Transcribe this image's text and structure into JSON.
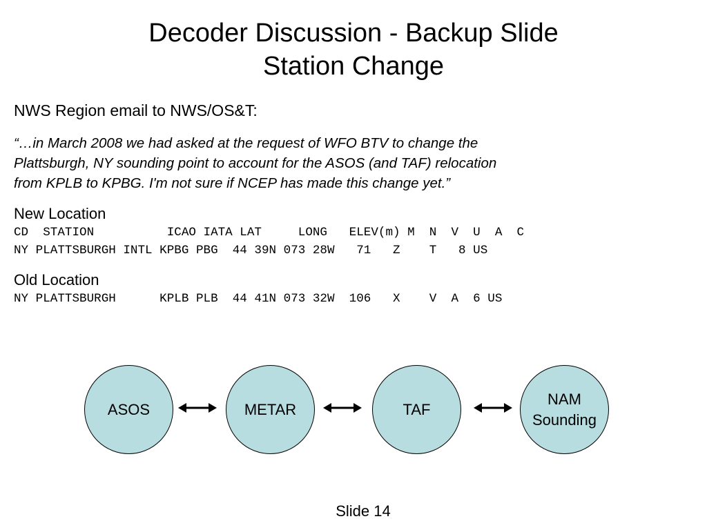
{
  "slide": {
    "title_line1": "Decoder Discussion - Backup Slide",
    "title_line2": "Station Change",
    "subhead": "NWS Region email to NWS/OS&T:",
    "quote_lines": [
      "“…in March 2008 we had asked at the request of WFO BTV to change the",
      "Plattsburgh, NY sounding point to account for the ASOS (and TAF) relocation",
      "from KPLB to KPBG.  I'm not sure if NCEP has made this change yet.”"
    ],
    "new_location": {
      "label": "New Location",
      "header_row": "CD  STATION          ICAO IATA LAT     LONG   ELEV(m) M  N  V  U  A  C",
      "data_row": "NY PLATTSBURGH INTL KPBG PBG  44 39N 073 28W   71   Z    T   8 US"
    },
    "old_location": {
      "label": "Old Location",
      "data_row": "NY PLATTSBURGH      KPLB PLB  44 41N 073 32W  106   X    V  A  6 US"
    },
    "flow_nodes": [
      "ASOS",
      "METAR",
      "TAF",
      "NAM\nSounding"
    ],
    "footer": "Slide 14"
  },
  "colors": {
    "node_fill": "#b7dde0",
    "node_border": "#000000",
    "text": "#000000",
    "background": "#ffffff"
  },
  "icons": {
    "connector": "double-headed-arrow-icon"
  }
}
